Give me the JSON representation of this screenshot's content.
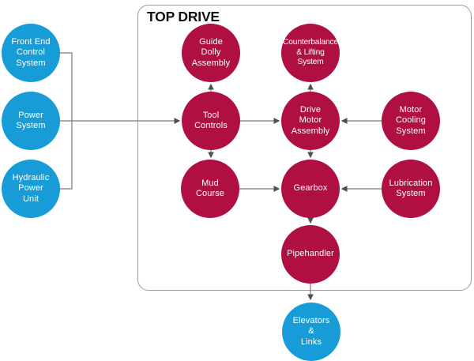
{
  "diagram": {
    "title": "TOP DRIVE",
    "type": "flow-diagram",
    "colors": {
      "external_node": "#189cd8",
      "internal_node": "#b00f41",
      "connector": "#7a7a7a",
      "arrowhead": "#4f4f4f",
      "container_border": "#9c9c9c",
      "title_text": "#111111",
      "node_text": "#ffffff"
    },
    "nodes": [
      {
        "id": "front-end-control-system",
        "label": "Front End\nControl\nSystem",
        "group": "external"
      },
      {
        "id": "power-system",
        "label": "Power\nSystem",
        "group": "external"
      },
      {
        "id": "hydraulic-power-unit",
        "label": "Hydraulic\nPower\nUnit",
        "group": "external"
      },
      {
        "id": "guide-dolly-assembly",
        "label": "Guide\nDolly\nAssembly",
        "group": "top-drive"
      },
      {
        "id": "counterbalance-lifting-system",
        "label": "Counterbalance\n& Lifting\nSystem",
        "group": "top-drive"
      },
      {
        "id": "tool-controls",
        "label": "Tool\nControls",
        "group": "top-drive"
      },
      {
        "id": "drive-motor-assembly",
        "label": "Drive\nMotor\nAssembly",
        "group": "top-drive"
      },
      {
        "id": "motor-cooling-system",
        "label": "Motor\nCooling\nSystem",
        "group": "top-drive"
      },
      {
        "id": "mud-course",
        "label": "Mud\nCourse",
        "group": "top-drive"
      },
      {
        "id": "gearbox",
        "label": "Gearbox",
        "group": "top-drive"
      },
      {
        "id": "lubrication-system",
        "label": "Lubrication\nSystem",
        "group": "top-drive"
      },
      {
        "id": "pipehandler",
        "label": "Pipehandler",
        "group": "top-drive"
      },
      {
        "id": "elevators-links",
        "label": "Elevators\n&\nLinks",
        "group": "external"
      }
    ],
    "edges": [
      {
        "from": "front-end-control-system",
        "to": "tool-controls",
        "note": "joins shared bus"
      },
      {
        "from": "power-system",
        "to": "tool-controls",
        "note": "arrow into tool controls"
      },
      {
        "from": "hydraulic-power-unit",
        "to": "tool-controls",
        "note": "joins shared bus"
      },
      {
        "from": "tool-controls",
        "to": "guide-dolly-assembly"
      },
      {
        "from": "tool-controls",
        "to": "drive-motor-assembly"
      },
      {
        "from": "tool-controls",
        "to": "mud-course"
      },
      {
        "from": "drive-motor-assembly",
        "to": "counterbalance-lifting-system"
      },
      {
        "from": "motor-cooling-system",
        "to": "drive-motor-assembly"
      },
      {
        "from": "drive-motor-assembly",
        "to": "gearbox"
      },
      {
        "from": "mud-course",
        "to": "gearbox"
      },
      {
        "from": "lubrication-system",
        "to": "gearbox"
      },
      {
        "from": "gearbox",
        "to": "pipehandler"
      },
      {
        "from": "pipehandler",
        "to": "elevators-links"
      }
    ]
  }
}
